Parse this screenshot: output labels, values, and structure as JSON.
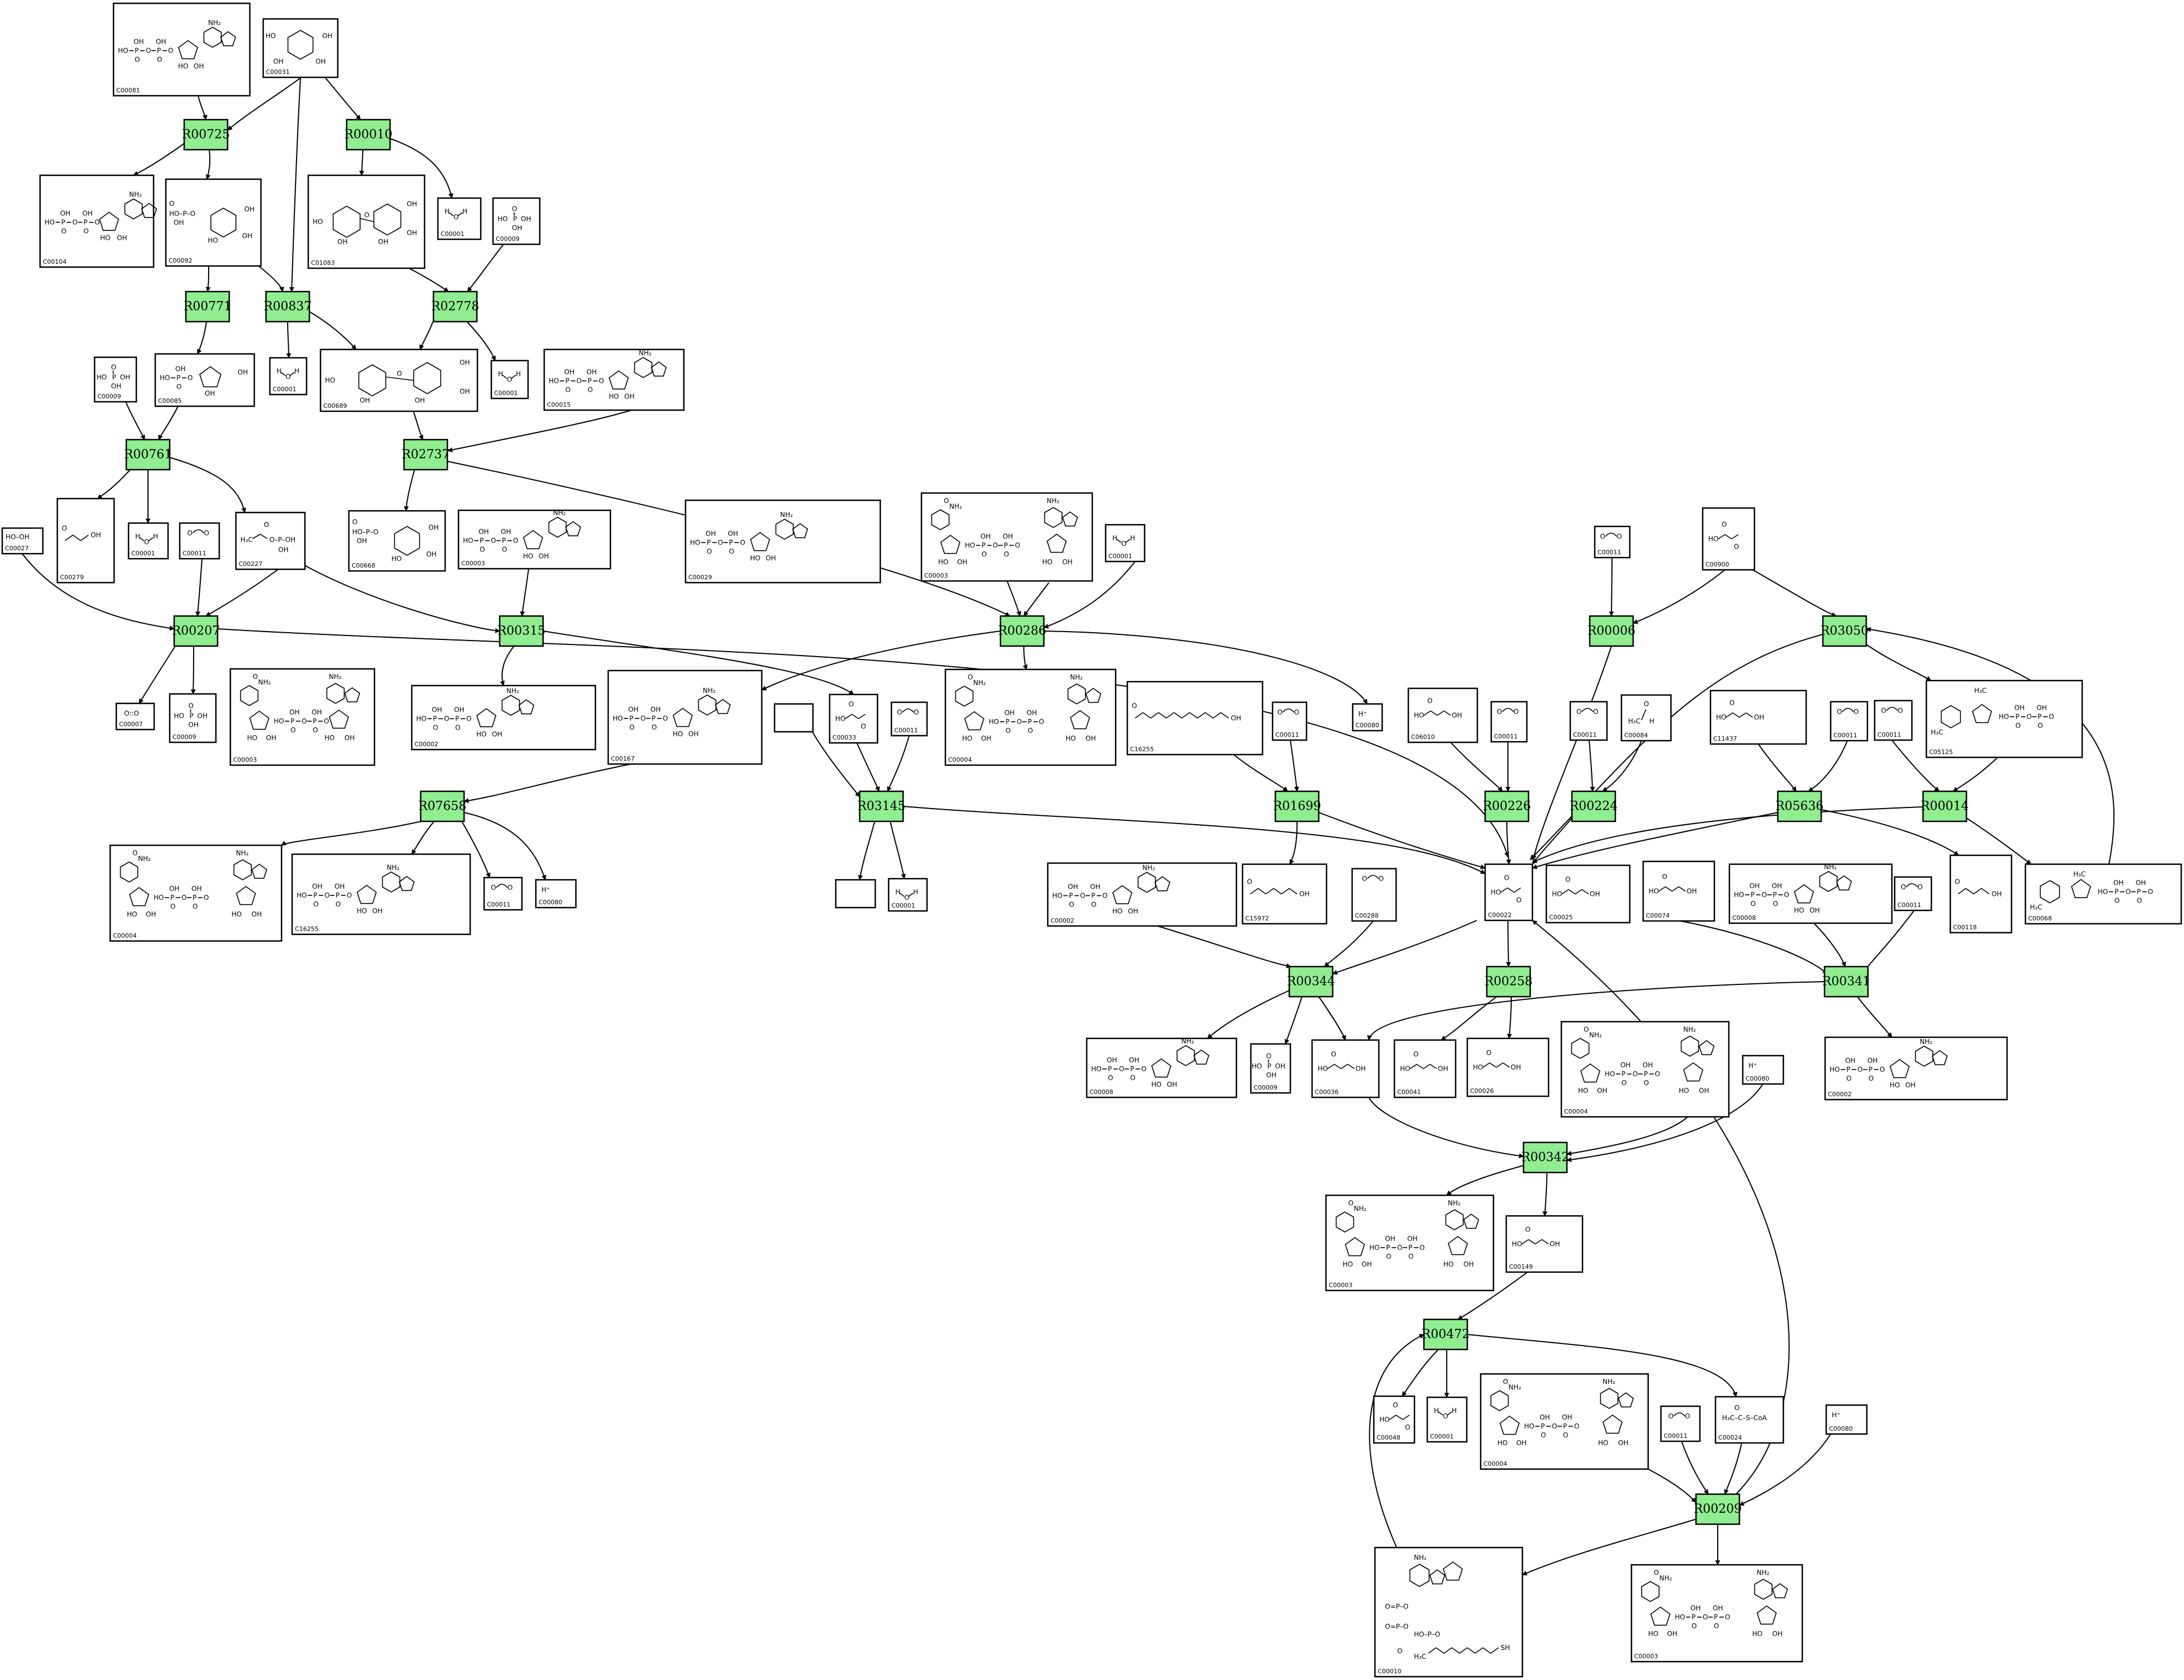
{
  "reactions": [
    {
      "id": "R00725",
      "label": "R00725",
      "color": "#90ee90"
    },
    {
      "id": "R00010",
      "label": "R00010",
      "color": "#90ee90"
    },
    {
      "id": "R00771",
      "label": "R00771",
      "color": "#90ee90"
    },
    {
      "id": "R00837",
      "label": "R00837",
      "color": "#90ee90"
    },
    {
      "id": "R02778",
      "label": "R02778",
      "color": "#90ee90"
    },
    {
      "id": "R00761",
      "label": "R00761",
      "color": "#90ee90"
    },
    {
      "id": "R02737",
      "label": "R02737",
      "color": "#90ee90"
    },
    {
      "id": "R00207",
      "label": "R00207",
      "color": "#90ee90"
    },
    {
      "id": "R00315",
      "label": "R00315",
      "color": "#90ee90"
    },
    {
      "id": "R00286",
      "label": "R00286",
      "color": "#90ee90"
    },
    {
      "id": "R00006",
      "label": "R00006",
      "color": "#90ee90"
    },
    {
      "id": "R03050",
      "label": "R03050",
      "color": "#90ee90"
    },
    {
      "id": "R07658",
      "label": "R07658",
      "color": "#90ee90"
    },
    {
      "id": "R03145",
      "label": "R03145",
      "color": "#add8e6"
    },
    {
      "id": "R01699",
      "label": "R01699",
      "color": "#90ee90"
    },
    {
      "id": "R00226",
      "label": "R00226",
      "color": "#90ee90"
    },
    {
      "id": "R00224",
      "label": "R00224",
      "color": "#90ee90"
    },
    {
      "id": "R05636",
      "label": "R05636",
      "color": "#90ee90"
    },
    {
      "id": "R00014",
      "label": "R00014",
      "color": "#90ee90"
    },
    {
      "id": "R00344",
      "label": "R00344",
      "color": "#90ee90"
    },
    {
      "id": "R00258",
      "label": "R00258",
      "color": "#90ee90"
    },
    {
      "id": "R00341",
      "label": "R00341",
      "color": "#90ee90"
    },
    {
      "id": "R00342",
      "label": "R00342",
      "color": "#90ee90"
    },
    {
      "id": "R00472",
      "label": "R00472",
      "color": "#90ee90"
    },
    {
      "id": "R00209",
      "label": "R00209",
      "color": "#90ee90"
    }
  ],
  "compounds": [
    {
      "id": "c1",
      "code": "C00081",
      "struct": "nucleotide"
    },
    {
      "id": "c2",
      "code": "C00031",
      "struct": "sugar"
    },
    {
      "id": "c3",
      "code": "C00104",
      "struct": "nucleotide"
    },
    {
      "id": "c4",
      "code": "C00092",
      "struct": "sugarphosphate"
    },
    {
      "id": "c5",
      "code": "C01083",
      "struct": "disaccharide"
    },
    {
      "id": "c6",
      "code": "C00001",
      "struct": "water"
    },
    {
      "id": "c7",
      "code": "C00009",
      "struct": "phosphate"
    },
    {
      "id": "c8",
      "code": "C00001",
      "struct": "water"
    },
    {
      "id": "c9",
      "code": "C00001",
      "struct": "water"
    },
    {
      "id": "c10",
      "code": "C00009",
      "struct": "phosphate"
    },
    {
      "id": "c11",
      "code": "C00085",
      "struct": "furanose"
    },
    {
      "id": "c12",
      "code": "C00689",
      "struct": "disaccharide"
    },
    {
      "id": "c13",
      "code": "C00015",
      "struct": "nucleotide"
    },
    {
      "id": "c14",
      "code": "C00027",
      "struct": "peroxide"
    },
    {
      "id": "c15",
      "code": "C00279",
      "struct": "chain"
    },
    {
      "id": "c16",
      "code": "C00001",
      "struct": "water"
    },
    {
      "id": "c17",
      "code": "C00011",
      "struct": "co2"
    },
    {
      "id": "c18",
      "code": "C00227",
      "struct": "acetylp"
    },
    {
      "id": "c19",
      "code": "C00668",
      "struct": "sugarphosphate"
    },
    {
      "id": "c20",
      "code": "C00003",
      "struct": "nucleotide"
    },
    {
      "id": "c21",
      "code": "C00029",
      "struct": "nucleotide"
    },
    {
      "id": "c22",
      "code": "C00003",
      "struct": "dinucleotide"
    },
    {
      "id": "c23",
      "code": "C00001",
      "struct": "water"
    },
    {
      "id": "c24",
      "code": "C00011",
      "struct": "co2"
    },
    {
      "id": "c25",
      "code": "C00900",
      "struct": "acid"
    },
    {
      "id": "c26",
      "code": "C00007",
      "struct": "oxygen"
    },
    {
      "id": "c27",
      "code": "C00009",
      "struct": "phosphate"
    },
    {
      "id": "c28",
      "code": "C00003",
      "struct": "dinucleotide"
    },
    {
      "id": "c29",
      "code": "C00002",
      "struct": "nucleotide"
    },
    {
      "id": "c30",
      "code": "C00167",
      "struct": "nucleotide"
    },
    {
      "id": "c31",
      "code": "",
      "struct": "empty"
    },
    {
      "id": "c32",
      "code": "C00033",
      "struct": "acid"
    },
    {
      "id": "c33",
      "code": "C00011",
      "struct": "co2"
    },
    {
      "id": "c34",
      "code": "C00004",
      "struct": "dinucleotide"
    },
    {
      "id": "c35",
      "code": "C16255",
      "struct": "chain"
    },
    {
      "id": "c36",
      "code": "C00080",
      "struct": "proton"
    },
    {
      "id": "c37",
      "code": "C00011",
      "struct": "co2"
    },
    {
      "id": "c38",
      "code": "C06010",
      "struct": "acid"
    },
    {
      "id": "c39",
      "code": "C00011",
      "struct": "co2"
    },
    {
      "id": "c40",
      "code": "C00011",
      "struct": "co2"
    },
    {
      "id": "c41",
      "code": "C00084",
      "struct": "aldehyde"
    },
    {
      "id": "c42",
      "code": "C11437",
      "struct": "acid"
    },
    {
      "id": "c43",
      "code": "C00011",
      "struct": "co2"
    },
    {
      "id": "c44",
      "code": "C00011",
      "struct": "co2"
    },
    {
      "id": "c45",
      "code": "C05125",
      "struct": "thiamine"
    },
    {
      "id": "c46",
      "code": "C00004",
      "struct": "dinucleotide"
    },
    {
      "id": "c47",
      "code": "C16255",
      "struct": "nucleotide"
    },
    {
      "id": "c48",
      "code": "C00011",
      "struct": "co2"
    },
    {
      "id": "c49",
      "code": "C00080",
      "struct": "proton"
    },
    {
      "id": "c50",
      "code": "",
      "struct": "empty"
    },
    {
      "id": "c51",
      "code": "C00001",
      "struct": "water"
    },
    {
      "id": "c52",
      "code": "C00002",
      "struct": "nucleotide"
    },
    {
      "id": "c53",
      "code": "C15972",
      "struct": "chain"
    },
    {
      "id": "c54",
      "code": "C00288",
      "struct": "co2"
    },
    {
      "id": "c55",
      "code": "C00022",
      "struct": "acid"
    },
    {
      "id": "c56",
      "code": "C00025",
      "struct": "acid"
    },
    {
      "id": "c57",
      "code": "C00074",
      "struct": "acid"
    },
    {
      "id": "c58",
      "code": "C00008",
      "struct": "nucleotide"
    },
    {
      "id": "c59",
      "code": "C00011",
      "struct": "co2"
    },
    {
      "id": "c60",
      "code": "C00118",
      "struct": "chain"
    },
    {
      "id": "c61",
      "code": "C00068",
      "struct": "thiamine"
    },
    {
      "id": "c62",
      "code": "C00008",
      "struct": "nucleotide"
    },
    {
      "id": "c63",
      "code": "C00009",
      "struct": "phosphate"
    },
    {
      "id": "c64",
      "code": "C00036",
      "struct": "acid"
    },
    {
      "id": "c65",
      "code": "C00041",
      "struct": "acid"
    },
    {
      "id": "c66",
      "code": "C00026",
      "struct": "acid"
    },
    {
      "id": "c67",
      "code": "C00004",
      "struct": "dinucleotide"
    },
    {
      "id": "c68",
      "code": "C00080",
      "struct": "proton"
    },
    {
      "id": "c69",
      "code": "C00002",
      "struct": "nucleotide"
    },
    {
      "id": "c70",
      "code": "C00003",
      "struct": "dinucleotide"
    },
    {
      "id": "c71",
      "code": "C00149",
      "struct": "acid"
    },
    {
      "id": "c72",
      "code": "C00048",
      "struct": "acid"
    },
    {
      "id": "c73",
      "code": "C00001",
      "struct": "water"
    },
    {
      "id": "c74",
      "code": "C00004",
      "struct": "dinucleotide"
    },
    {
      "id": "c75",
      "code": "C00011",
      "struct": "co2"
    },
    {
      "id": "c76",
      "code": "C00024",
      "struct": "acetylcoa"
    },
    {
      "id": "c77",
      "code": "C00080",
      "struct": "proton"
    },
    {
      "id": "c78",
      "code": "C00010",
      "struct": "coa"
    },
    {
      "id": "c79",
      "code": "C00003",
      "struct": "dinucleotide"
    }
  ],
  "formula_text": {
    "water": "H O H",
    "proton": "H⁺",
    "peroxide": "HO–OH",
    "oxygen": "O::O",
    "acetylcoa": "H₃C–C–S–CoA",
    "phosphate_oh": "HO–P–OH",
    "co2": "O=C=O"
  }
}
